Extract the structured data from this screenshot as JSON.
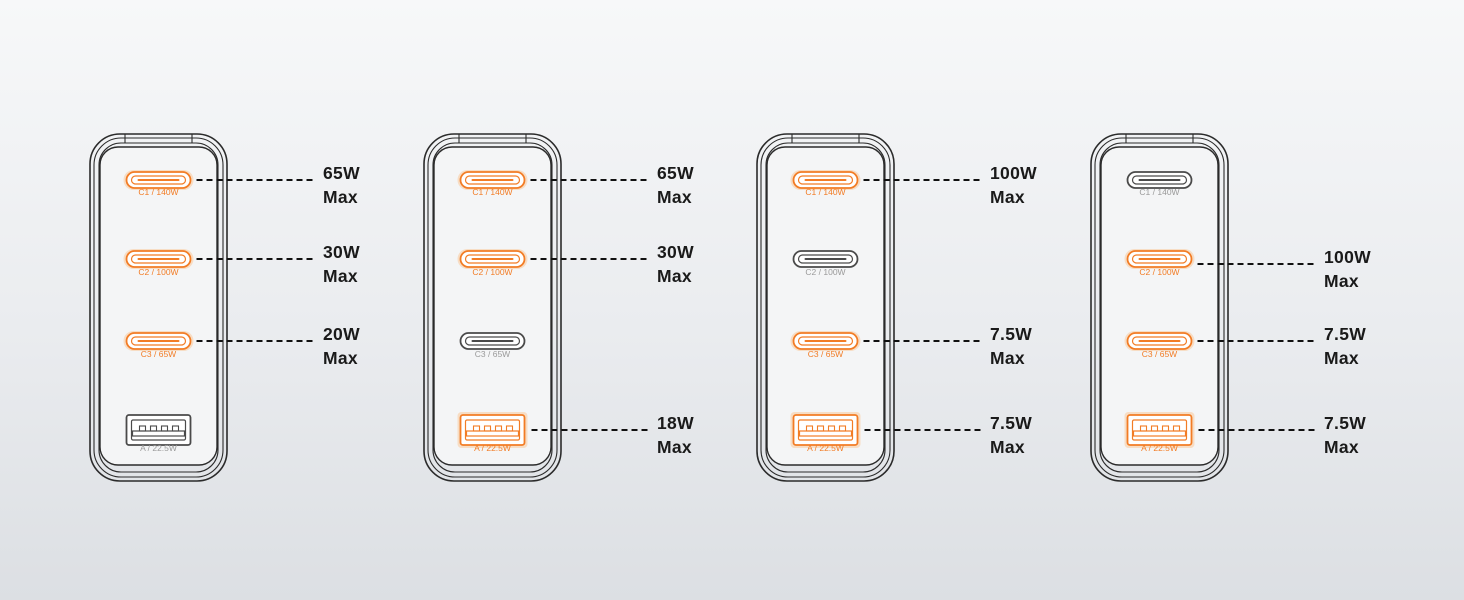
{
  "colors": {
    "active": "#f27c25",
    "active_glow": "#f9c89a",
    "inactive": "#4a4a4a",
    "inactive_label": "#9a9a9a",
    "outline": "#2b2b2b",
    "text": "#1a1a1a"
  },
  "chargers": [
    {
      "ports": [
        {
          "label": "C1 / 140W",
          "type": "usb-c",
          "active": true,
          "output": "65W",
          "suffix": "Max"
        },
        {
          "label": "C2 / 100W",
          "type": "usb-c",
          "active": true,
          "output": "30W",
          "suffix": "Max"
        },
        {
          "label": "C3 / 65W",
          "type": "usb-c",
          "active": true,
          "output": "20W",
          "suffix": "Max"
        },
        {
          "label": "A / 22.5W",
          "type": "usb-a",
          "active": false,
          "output": "",
          "suffix": ""
        }
      ]
    },
    {
      "ports": [
        {
          "label": "C1 / 140W",
          "type": "usb-c",
          "active": true,
          "output": "65W",
          "suffix": "Max"
        },
        {
          "label": "C2 / 100W",
          "type": "usb-c",
          "active": true,
          "output": "30W",
          "suffix": "Max"
        },
        {
          "label": "C3 / 65W",
          "type": "usb-c",
          "active": false,
          "output": "",
          "suffix": ""
        },
        {
          "label": "A / 22.5W",
          "type": "usb-a",
          "active": true,
          "output": "18W",
          "suffix": "Max"
        }
      ]
    },
    {
      "ports": [
        {
          "label": "C1 / 140W",
          "type": "usb-c",
          "active": true,
          "output": "100W",
          "suffix": "Max"
        },
        {
          "label": "C2 / 100W",
          "type": "usb-c",
          "active": false,
          "output": "",
          "suffix": ""
        },
        {
          "label": "C3 / 65W",
          "type": "usb-c",
          "active": true,
          "output": "7.5W",
          "suffix": "Max"
        },
        {
          "label": "A / 22.5W",
          "type": "usb-a",
          "active": true,
          "output": "7.5W",
          "suffix": "Max"
        }
      ]
    },
    {
      "ports": [
        {
          "label": "C1 / 140W",
          "type": "usb-c",
          "active": false,
          "output": "",
          "suffix": ""
        },
        {
          "label": "C2 / 100W",
          "type": "usb-c",
          "active": true,
          "output": "100W",
          "suffix": "Max"
        },
        {
          "label": "C3 / 65W",
          "type": "usb-c",
          "active": true,
          "output": "7.5W",
          "suffix": "Max"
        },
        {
          "label": "A / 22.5W",
          "type": "usb-a",
          "active": true,
          "output": "7.5W",
          "suffix": "Max"
        }
      ]
    }
  ]
}
